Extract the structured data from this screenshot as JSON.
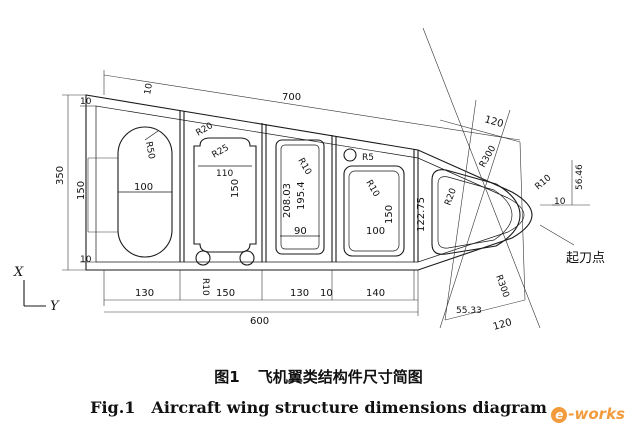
{
  "figure": {
    "caption_cn_number": "图1",
    "caption_cn_text": "飞机翼类结构件尺寸简图",
    "caption_en_number": "Fig.1",
    "caption_en_text": "Aircraft wing structure dimensions diagram"
  },
  "axes": {
    "x_label": "X",
    "y_label": "Y"
  },
  "callout": {
    "text": "起刀点"
  },
  "dimensions": {
    "overall_top": "700",
    "overall_bottom": "600",
    "height_left": "350",
    "flange_top": "10",
    "flange_bottom": "10",
    "flange_slope": "10",
    "bay1_width": "130",
    "bay1_pocket_width": "100",
    "bay1_pocket_height": "150",
    "bay1_radius": "R50",
    "bay2_width": "150",
    "bay2_pocket_width": "110",
    "bay2_pocket_height": "150",
    "bay2_radius_a": "R20",
    "bay2_radius_b": "R25",
    "bay2_hole_radius": "R10",
    "bay3_width": "130",
    "bay3_web": "10",
    "bay3_pocket_width": "90",
    "bay3_height_a": "208.03",
    "bay3_height_b": "195.4",
    "bay3_radius": "R10",
    "bay4_width": "140",
    "bay4_pocket_width": "100",
    "bay4_pocket_height": "150",
    "bay4_hole_radius": "R5",
    "bay4_radius": "R10",
    "nose_height": "122.75",
    "nose_radius_a": "R20",
    "nose_radius_b": "R10",
    "nose_arc_top": "R300",
    "nose_arc_bottom": "R300",
    "nose_offset": "56.46",
    "nose_tip": "10",
    "nose_top_width": "120",
    "nose_bottom_width": "120",
    "nose_bottom_offset": "55.33"
  },
  "watermark": {
    "mark": "e",
    "text": "-works"
  }
}
